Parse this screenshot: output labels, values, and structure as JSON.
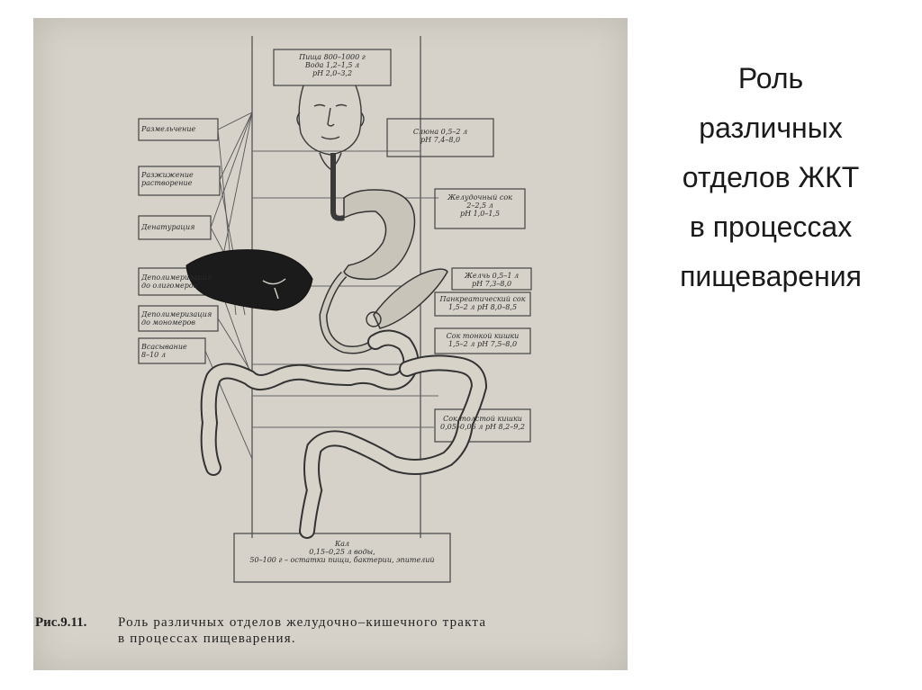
{
  "slide": {
    "title": "Роль\nразличных\nотделов ЖКТ\nв  процессах\nпищеварения"
  },
  "figure": {
    "caption_number": "Рис.9.11.",
    "caption_line1": "Роль различных отделов желудочно–кишечного тракта",
    "caption_line2": "в процессах пищеварения.",
    "left_labels": [
      "Размельчение",
      "Разжижение\nрастворение",
      "Денатурация",
      "Деполимеризация\nдо олигомеров",
      "Деполимеризация\nдо мономеров",
      "Всасывание\n8–10 л"
    ],
    "right_labels": [
      "Пища   800–1000 г\nВода    1,2–1,5 л\npH    2,0–3,2",
      "Слюна  0,5–2 л\npH  7,4–8,0",
      "Желудочный сок\n2–2,5 л\npH  1,0–1,5",
      "Желчь  0,5–1 л\npH  7,3–8,0",
      "Панкреатический сок\n1,5–2 л      pH  8,0–8,5",
      "Сок тонкой кишки\n1,5–2 л     pH  7,5–8,0",
      "Сок толстой кишки\n0,05–0,06 л  pH  8,2–9,2",
      "Кал\n0,15–0,25 л воды,\n50–100 г – остатки пищи, бактерии, эпителий"
    ]
  }
}
